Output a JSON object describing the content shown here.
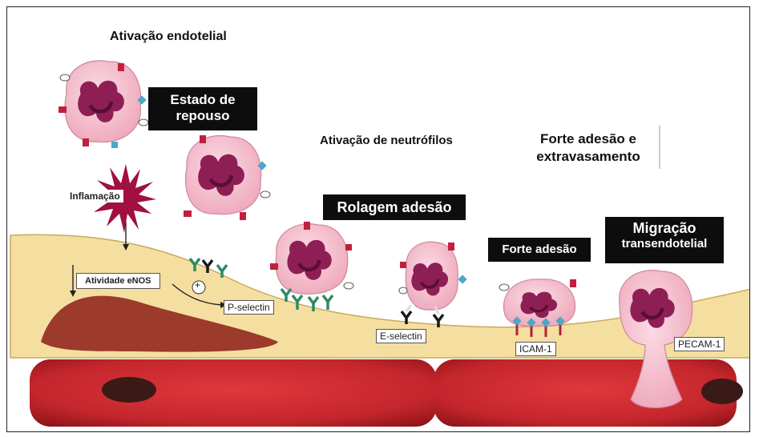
{
  "title": "Ativação endotelial",
  "labels": {
    "resting_state": "Estado de repouso",
    "neutrophil_activation": "Ativação de neutrófilos",
    "strong_adhesion_extravasation": "Forte adesão e extravasamento",
    "inflammation": "Inflamação",
    "rolling_adhesion": "Rolagem adesão",
    "strong_adhesion": "Forte adesão",
    "transendothelial_migration_line1": "Migração",
    "transendothelial_migration_line2": "transendotelial",
    "enos_activity": "Atividade eNOS",
    "plus_sign": "+",
    "p_selectin": "P-selectin",
    "e_selectin": "E-selectin",
    "icam1": "ICAM-1",
    "pecam1": "PECAM-1"
  },
  "colors": {
    "endothelium": "#f5dfa0",
    "endothelial_cell": "#9c3a2c",
    "red_blood_cell": "#c8282e",
    "neutrophil_body": "#f4bccb",
    "nucleus": "#8e1f55",
    "selectin_green": "#2f8a63",
    "ligand_black": "#1a1a1a",
    "icam_red": "#b0213f",
    "integrin_blue": "#4aa8c8",
    "burst": "#a01040"
  }
}
